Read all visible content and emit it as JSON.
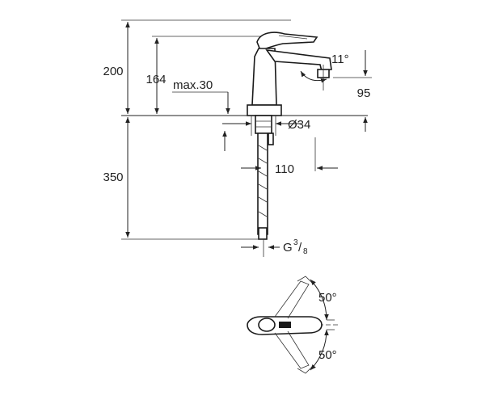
{
  "dimensions": {
    "total_height": "200",
    "spout_height": "164",
    "max_thickness": "max.30",
    "tilt_angle": "11°",
    "spout_projection": "95",
    "hole_diameter": "Ø34",
    "depth_below": "350",
    "offset": "110",
    "thread_main": "G",
    "thread_sup": "3",
    "thread_slash": "/",
    "thread_sub": "8",
    "rotation_top": "50°",
    "rotation_bottom": "50°"
  },
  "colors": {
    "line": "#222222",
    "background": "#ffffff"
  }
}
